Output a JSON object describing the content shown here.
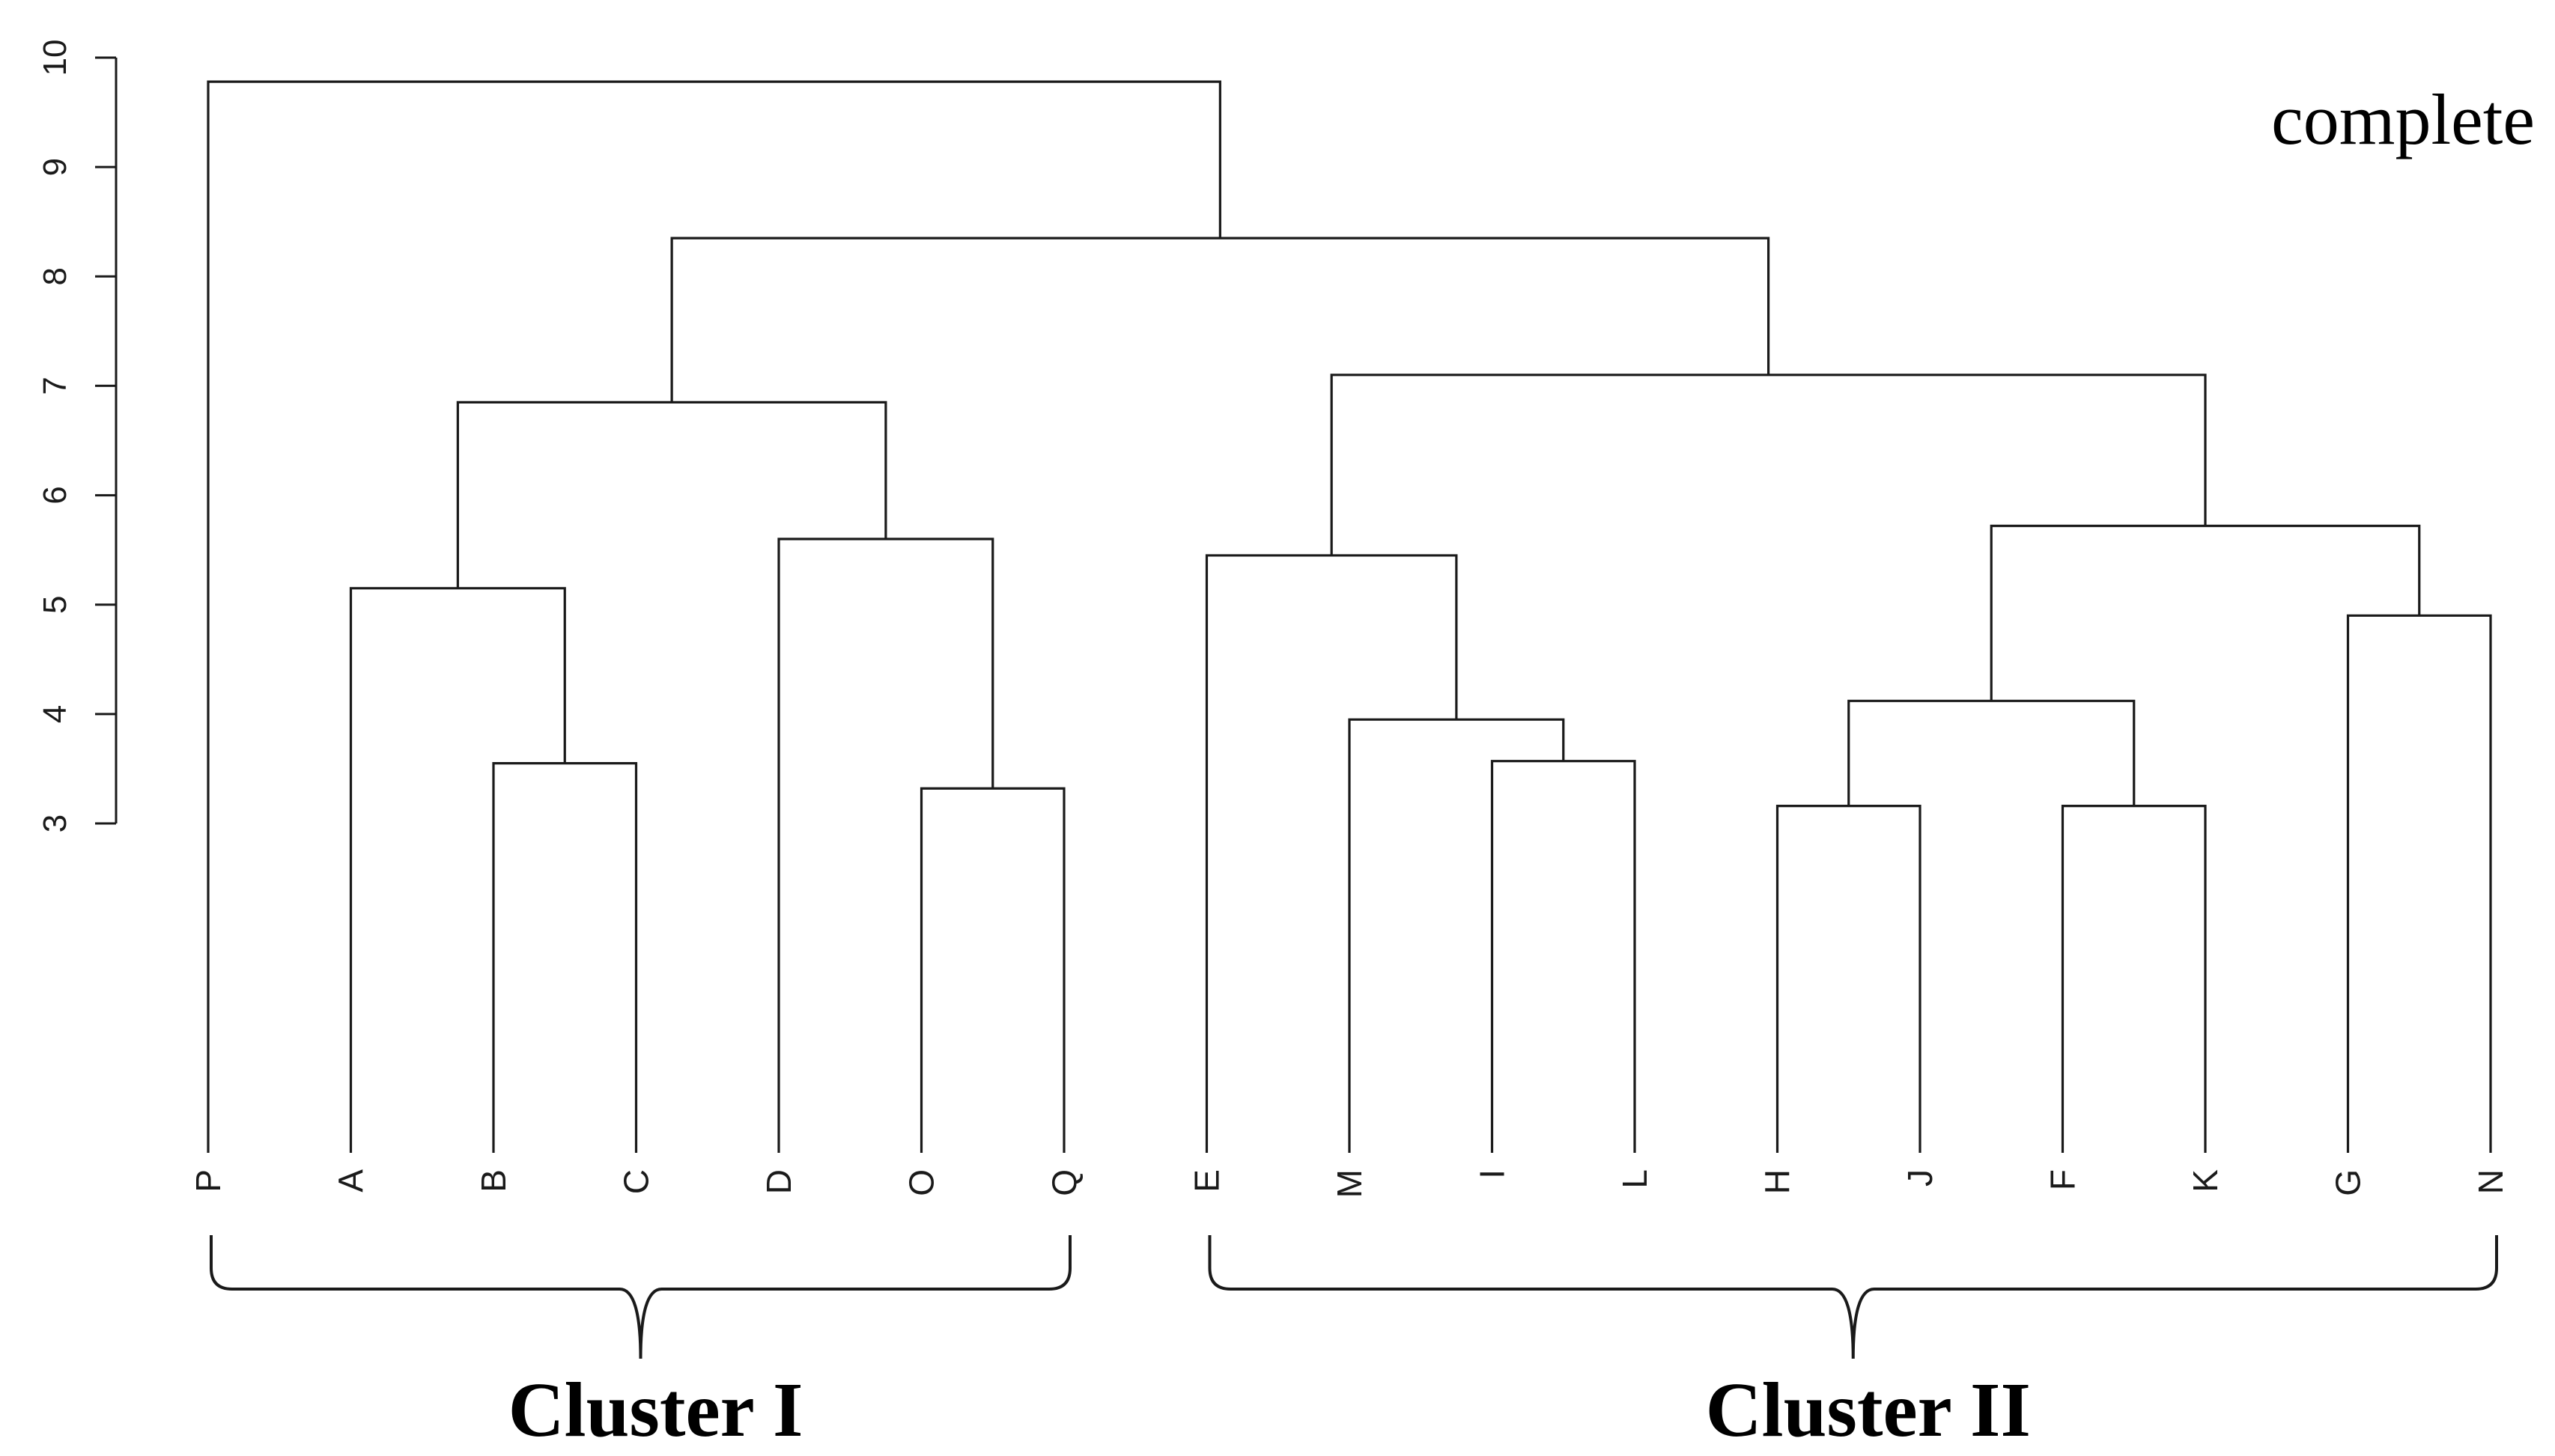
{
  "chart_data": {
    "type": "dendrogram",
    "title": "",
    "method_label": "complete",
    "ylabel": "",
    "ylim": [
      3,
      10
    ],
    "yticks": [
      "3",
      "4",
      "5",
      "6",
      "7",
      "8",
      "9",
      "10"
    ],
    "leaves": [
      "P",
      "A",
      "B",
      "C",
      "D",
      "O",
      "Q",
      "E",
      "M",
      "I",
      "L",
      "H",
      "J",
      "F",
      "K",
      "G",
      "N"
    ],
    "merges": [
      {
        "a": "B",
        "b": "C",
        "height": 3.55
      },
      {
        "a": "A",
        "b": [
          "B",
          "C"
        ],
        "height": 5.15
      },
      {
        "a": "O",
        "b": "Q",
        "height": 3.32
      },
      {
        "a": "D",
        "b": [
          "O",
          "Q"
        ],
        "height": 5.6
      },
      {
        "a": [
          "A",
          "B",
          "C"
        ],
        "b": [
          "D",
          "O",
          "Q"
        ],
        "height": 6.85
      },
      {
        "a": "I",
        "b": "L",
        "height": 3.57
      },
      {
        "a": "M",
        "b": [
          "I",
          "L"
        ],
        "height": 3.95
      },
      {
        "a": "E",
        "b": [
          "M",
          "I",
          "L"
        ],
        "height": 5.45
      },
      {
        "a": "H",
        "b": "J",
        "height": 3.16
      },
      {
        "a": "F",
        "b": "K",
        "height": 3.16
      },
      {
        "a": [
          "H",
          "J"
        ],
        "b": [
          "F",
          "K"
        ],
        "height": 4.12
      },
      {
        "a": "G",
        "b": "N",
        "height": 4.9
      },
      {
        "a": [
          "H",
          "J",
          "F",
          "K"
        ],
        "b": [
          "G",
          "N"
        ],
        "height": 5.72
      },
      {
        "a": [
          "E",
          "M",
          "I",
          "L"
        ],
        "b": [
          "H",
          "J",
          "F",
          "K",
          "G",
          "N"
        ],
        "height": 7.1
      },
      {
        "a": [
          "A",
          "B",
          "C",
          "D",
          "O",
          "Q"
        ],
        "b": [
          "E",
          "M",
          "I",
          "L",
          "H",
          "J",
          "F",
          "K",
          "G",
          "N"
        ],
        "height": 8.35
      },
      {
        "a": "P",
        "b": [
          "A",
          "B",
          "C",
          "D",
          "O",
          "Q",
          "E",
          "M",
          "I",
          "L",
          "H",
          "J",
          "F",
          "K",
          "G",
          "N"
        ],
        "height": 9.78
      }
    ],
    "clusters": [
      {
        "name": "Cluster I",
        "from": "P",
        "to": "Q"
      },
      {
        "name": "Cluster II",
        "from": "E",
        "to": "N"
      }
    ]
  }
}
